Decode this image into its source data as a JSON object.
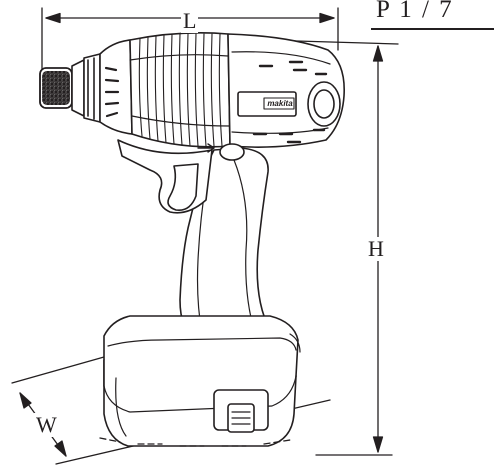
{
  "page": {
    "label": "P 1 / 7"
  },
  "dimensions": {
    "length_label": "L",
    "height_label": "H",
    "width_label": "W"
  },
  "tool": {
    "brand_badge": "makita"
  },
  "colors": {
    "ink": "#231f20",
    "paper": "#ffffff"
  }
}
